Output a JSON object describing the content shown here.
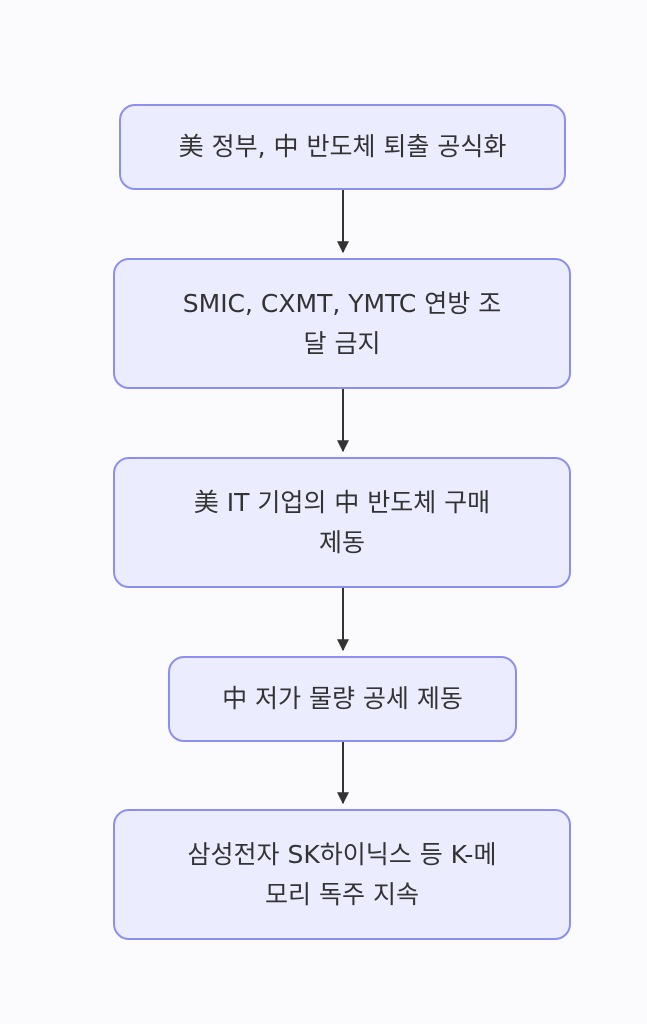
{
  "diagram": {
    "type": "flowchart",
    "direction": "top-down",
    "colors": {
      "node_fill": "#ececff",
      "node_border": "#8d8ff0",
      "text": "#333333",
      "edge": "#333333",
      "background": "#fbfbfd"
    },
    "nodes": [
      {
        "id": "n1",
        "label": "美 정부, 中 반도체 퇴출 공식화"
      },
      {
        "id": "n2",
        "label": "SMIC, CXMT, YMTC 연방 조\n달 금지"
      },
      {
        "id": "n3",
        "label": "美 IT 기업의 中 반도체 구매\n제동"
      },
      {
        "id": "n4",
        "label": "中 저가 물량 공세 제동"
      },
      {
        "id": "n5",
        "label": "삼성전자 SK하이닉스 등 K-메\n모리 독주 지속"
      }
    ],
    "edges": [
      {
        "from": "n1",
        "to": "n2"
      },
      {
        "from": "n2",
        "to": "n3"
      },
      {
        "from": "n3",
        "to": "n4"
      },
      {
        "from": "n4",
        "to": "n5"
      }
    ]
  }
}
